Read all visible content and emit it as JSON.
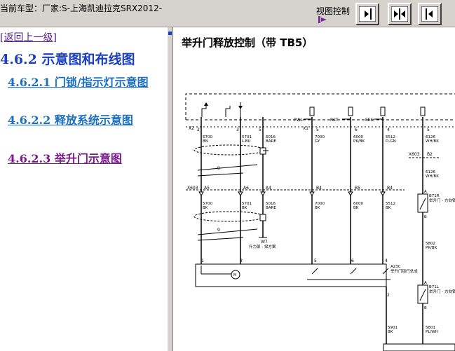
{
  "topbar": {
    "car_title": "当前车型：厂家:S-上海凯迪拉克SRX2012-",
    "view_control_label": "视图控制",
    "icons": {
      "view": "view-icon",
      "prev": "arrow-right-icon",
      "center": "double-arrow-icon",
      "next": "arrow-left-icon"
    }
  },
  "sidebar": {
    "back_link": "[返回上一级]",
    "section_title": "4.6.2 示意图和布线图",
    "items": [
      {
        "label": "4.6.2.1 门锁/指示灯示意图"
      },
      {
        "label": "4.6.2.2 释放系统示意图"
      },
      {
        "label": "4.6.2.3 举升门示意图"
      }
    ]
  },
  "content": {
    "title": "举升门释放控制（带 TB5）",
    "diagram": {
      "top_connector": "X2",
      "mid_connector_left": "X1",
      "signals": [
        "PWL",
        "RCT",
        "EEC"
      ],
      "top_wires": [
        {
          "pin": "2",
          "circuit": "5700",
          "color": "BN"
        },
        {
          "pin": "3",
          "circuit": "5701",
          "color": "L-BU"
        },
        {
          "pin": "5",
          "circuit": "5016",
          "color": "BARE"
        },
        {
          "pin": "5",
          "circuit": "7000",
          "color": "GY"
        },
        {
          "pin": "6",
          "circuit": "6000",
          "color": "PK/BK"
        },
        {
          "pin": "4",
          "circuit": "5512",
          "color": "D-GN"
        },
        {
          "pin": "5",
          "circuit": "6126",
          "color": "WH/BK"
        }
      ],
      "splice_upper": "X603",
      "splice_upper_pins": [
        "A5",
        "A6",
        "A4",
        "B4",
        "B5",
        "B4"
      ],
      "splice_right": "X603",
      "splice_right_pin": "B2",
      "bottom_wires": [
        {
          "circuit": "5700",
          "color": "BK"
        },
        {
          "circuit": "5701",
          "color": "BK"
        },
        {
          "circuit": "5016",
          "color": "BARE"
        },
        {
          "circuit": "7000",
          "color": "BK"
        },
        {
          "circuit": "6000",
          "color": "BK"
        },
        {
          "circuit": "5512",
          "color": "BK"
        }
      ],
      "right_wire": {
        "circuit": "6126",
        "color": "WH/BK"
      },
      "twist_labels": [
        "9",
        "9"
      ],
      "ground_label": "W7",
      "ground_desc": "升力架 - 探方案",
      "motor_label": "M",
      "component_pins": [
        "1",
        "3",
        "5",
        "6",
        "4"
      ],
      "component_name": "A23C",
      "component_desc": "举升门锁闩总成",
      "component_pin_right": "2",
      "sensor1": {
        "label": "B71R",
        "desc": "举升门 - 方向锁紧传感器",
        "pin_top": "A",
        "pin_bottom": "B"
      },
      "mid_wire": {
        "circuit": "5802",
        "color": "PK/BK"
      },
      "sensor2": {
        "label": "B71L",
        "desc": "举升门 - 方向锁紧传感器",
        "pin_top": "A",
        "pin_bottom": "B"
      },
      "bottom_left_wire": {
        "circuit": "5901",
        "color": "BK"
      },
      "bottom_right_wire": {
        "circuit": "5801",
        "color": "PL/WH"
      }
    }
  }
}
